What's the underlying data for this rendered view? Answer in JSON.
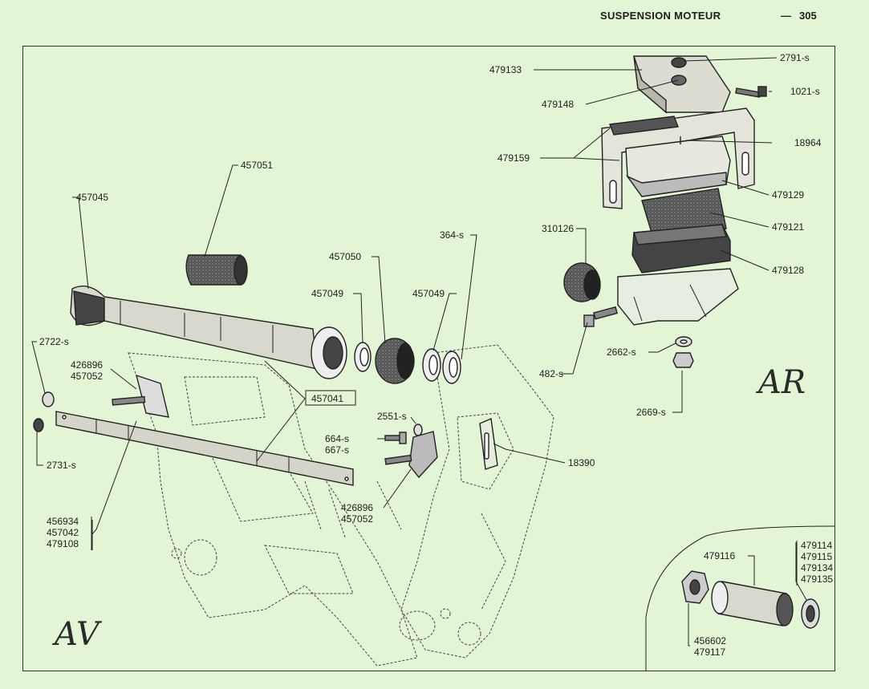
{
  "header": {
    "title": "SUSPENSION MOTEUR",
    "separator": "—",
    "page_number": "305"
  },
  "section_labels": {
    "front": "AV",
    "rear": "AR"
  },
  "callouts": {
    "c479133": "479133",
    "c2791": "2791-s",
    "c479148": "479148",
    "c1021": "1021-s",
    "c479159": "479159",
    "c18964": "18964",
    "c479129": "479129",
    "c479121": "479121",
    "c479128": "479128",
    "c310126": "310126",
    "c482": "482-s",
    "c2662": "2662-s",
    "c2669": "2669-s",
    "c457051": "457051",
    "c457045": "457045",
    "c364": "364-s",
    "c457050": "457050",
    "c457049a": "457049",
    "c457049b": "457049",
    "c2722": "2722-s",
    "c426896a": "426896",
    "c457052a": "457052",
    "c457041": "457041",
    "c2551": "2551-s",
    "c664": "664-s",
    "c667": "667-s",
    "c18390": "18390",
    "c2731": "2731-s",
    "c426896b": "426896",
    "c457052b": "457052",
    "c456934": "456934",
    "c457042": "457042",
    "c479108": "479108",
    "c479116": "479116",
    "c479114": "479114",
    "c479115": "479115",
    "c479134": "479134",
    "c479135": "479135",
    "c456602": "456602",
    "c479117": "479117"
  }
}
